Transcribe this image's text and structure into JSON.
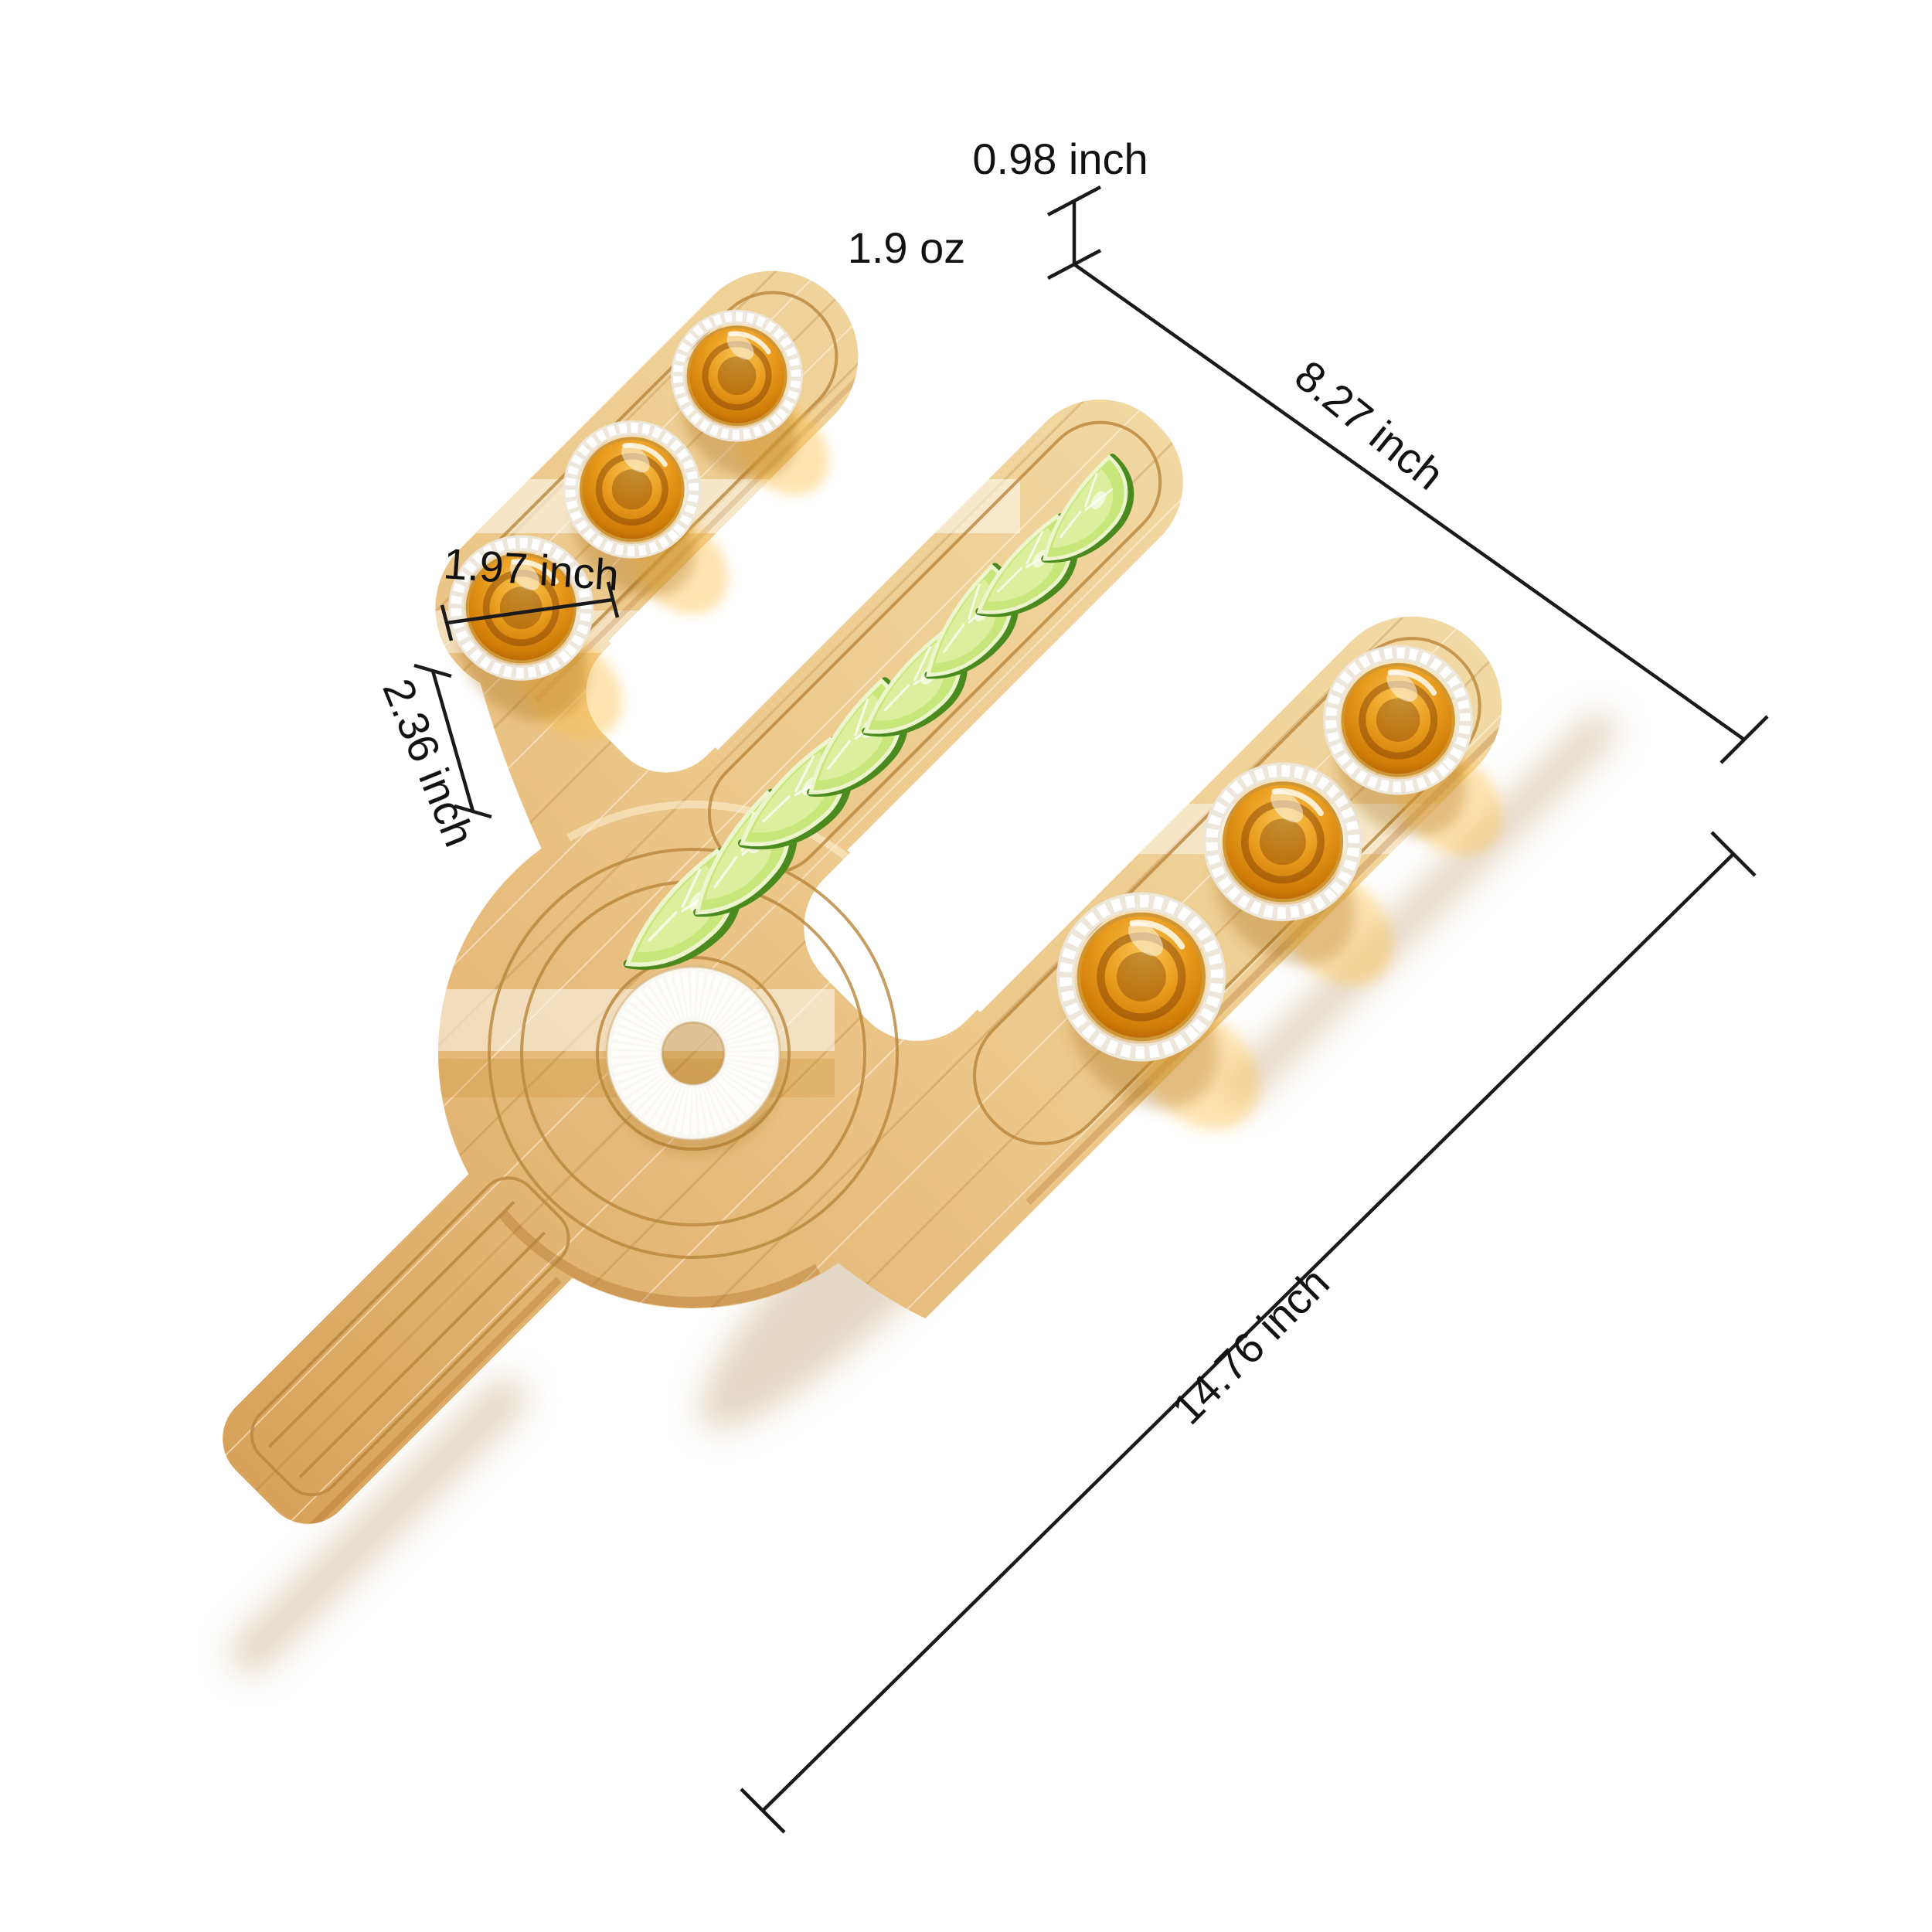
{
  "background_color": "#ffffff",
  "product": {
    "name": "Cactus-shaped bamboo tequila flight serving board with salt-rimmed shot glasses and lime wedges",
    "board_color": "#e3ba74",
    "board_groove_color": "#b9863c",
    "shot_glasses": {
      "count": 6,
      "liquid_color": "#de8a10",
      "rim_style": "salt-crusted",
      "rim_color": "#ffffff"
    },
    "lime_wedges": {
      "count": 8,
      "flesh_color": "#c9e67a",
      "rind_color": "#4a8a1e"
    },
    "salt_ring": {
      "color": "#faf8f2"
    }
  },
  "annotations": {
    "line_color": "#1a1a1a",
    "text_color": "#121212",
    "board_thickness": "0.98 inch",
    "glass_capacity": "1.9 oz",
    "board_width": "8.27 inch",
    "glass_diameter": "1.97 inch",
    "glass_height": "2.36 inch",
    "board_length": "14.76 inch"
  }
}
